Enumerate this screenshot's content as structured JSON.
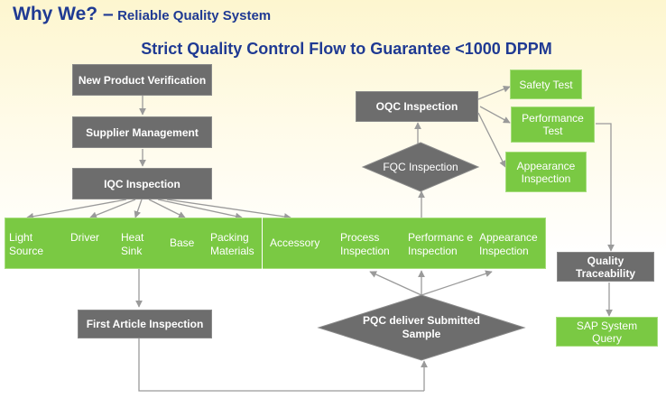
{
  "title": {
    "main": "Why We? –",
    "sub": "Reliable Quality System"
  },
  "subtitle": "Strict Quality Control Flow to Guarantee  <1000 DPPM",
  "boxes": {
    "new_product": "New Product Verification",
    "supplier": "Supplier Management",
    "iqc": "IQC Inspection",
    "first_article": "First Article Inspection",
    "oqc": "OQC Inspection",
    "fqc": "FQC Inspection",
    "pqc": "PQC deliver Submitted Sample",
    "quality_trace": "Quality Traceability",
    "sap": "SAP System Query"
  },
  "band_items": {
    "light_source": "Light Source",
    "driver": "Driver",
    "heat_sink": "Heat Sink",
    "base": "Base",
    "packing": "Packing Materials",
    "accessory": "Accessory",
    "process": "Process Inspection",
    "performance": "Performanc e Inspection",
    "appearance": "Appearance Inspection"
  },
  "tests": {
    "safety": "Safety Test",
    "performance": "Performance Test",
    "appearance": "Appearance Inspection"
  },
  "colors": {
    "grey": "#6d6d6d",
    "green": "#7ac943",
    "title": "#1f3a93",
    "arrow": "#9a9a9a"
  }
}
